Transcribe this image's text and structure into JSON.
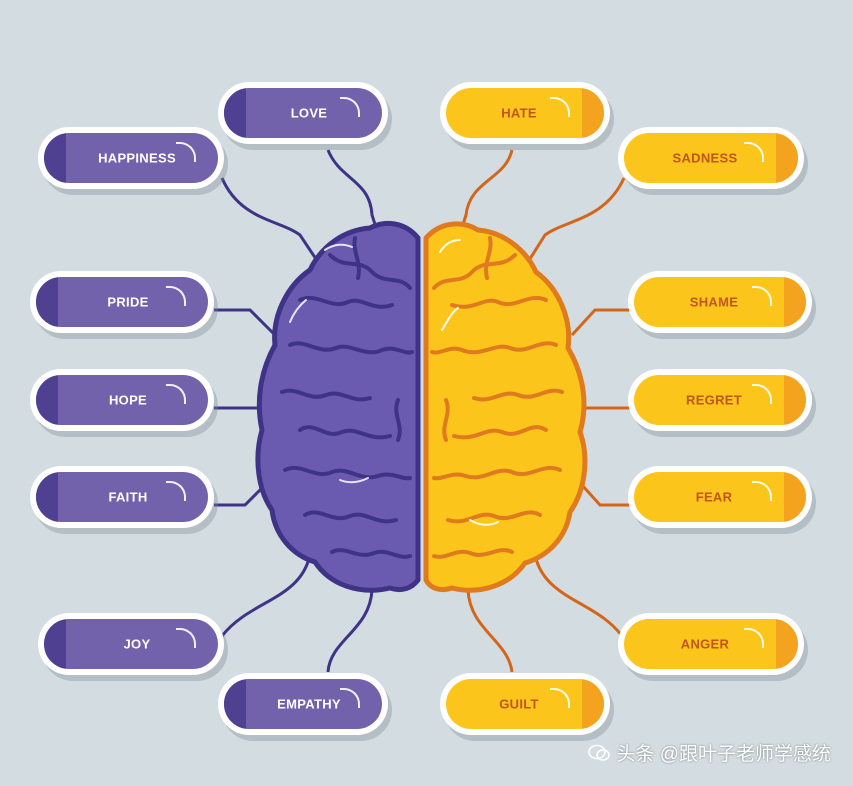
{
  "left_emotions": [
    {
      "id": "love",
      "label": "LOVE"
    },
    {
      "id": "happiness",
      "label": "HAPPINESS"
    },
    {
      "id": "pride",
      "label": "PRIDE"
    },
    {
      "id": "hope",
      "label": "HOPE"
    },
    {
      "id": "faith",
      "label": "FAITH"
    },
    {
      "id": "joy",
      "label": "JOY"
    },
    {
      "id": "empathy",
      "label": "EMPATHY"
    }
  ],
  "right_emotions": [
    {
      "id": "hate",
      "label": "HATE"
    },
    {
      "id": "sadness",
      "label": "SADNESS"
    },
    {
      "id": "shame",
      "label": "SHAME"
    },
    {
      "id": "regret",
      "label": "REGRET"
    },
    {
      "id": "fear",
      "label": "FEAR"
    },
    {
      "id": "anger",
      "label": "ANGER"
    },
    {
      "id": "guilt",
      "label": "GUILT"
    }
  ],
  "watermark": {
    "text": "头条 @跟叶子老师学感统",
    "icon": "wechat-bubble-icon"
  },
  "colors": {
    "background": "#d3dde1",
    "left_brain": "#6a5bb0",
    "left_outline": "#3f3387",
    "right_brain": "#fcc51b",
    "right_outline": "#e07a1e",
    "left_pill": "#7262ac",
    "right_pill": "#fcc51b",
    "right_label": "#c1561c"
  }
}
